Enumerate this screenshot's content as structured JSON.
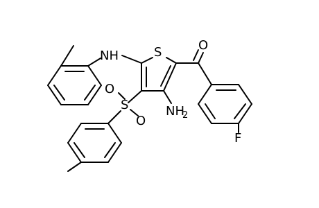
{
  "molecule": {
    "labels": {
      "sulfur_ring": "S",
      "carbonyl_oxygen": "O",
      "amine_secondary": "NH",
      "amine_primary": "NH",
      "amine_primary_sub": "2",
      "sulfonyl_sulfur": "S",
      "sulfonyl_oxygen_left": "O",
      "sulfonyl_oxygen_right": "O",
      "fluorine": "F"
    },
    "colors": {
      "bond": "#000000",
      "label": "#000000",
      "background": "#ffffff"
    }
  }
}
